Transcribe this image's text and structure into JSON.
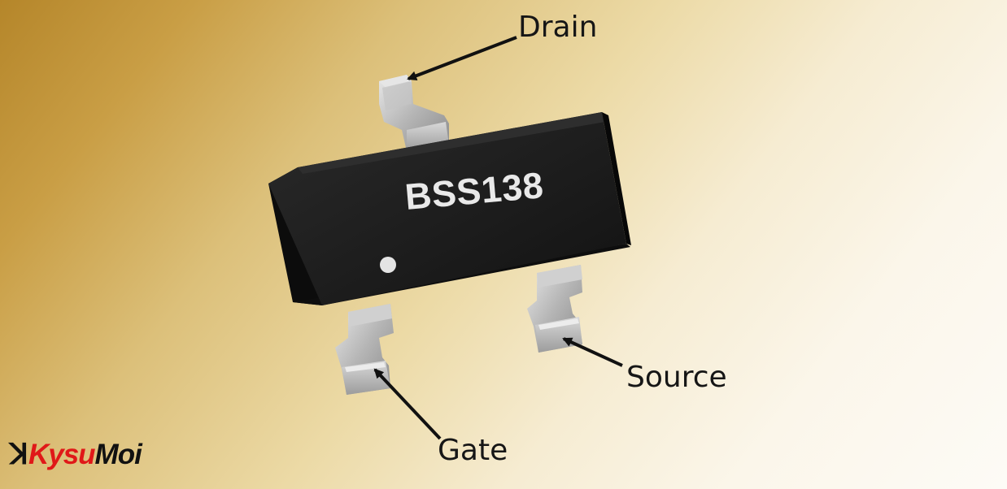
{
  "chip": {
    "marking": "BSS138"
  },
  "pins": {
    "drain": "Drain",
    "source": "Source",
    "gate": "Gate"
  },
  "logo": {
    "mark": "ꓘ",
    "part1": "Kysu",
    "part2": "Moi"
  },
  "colors": {
    "chip_body": "#1a1a1a",
    "pin_metal": "#b8b8b8",
    "logo_red": "#e01818",
    "label_text": "#161616"
  }
}
